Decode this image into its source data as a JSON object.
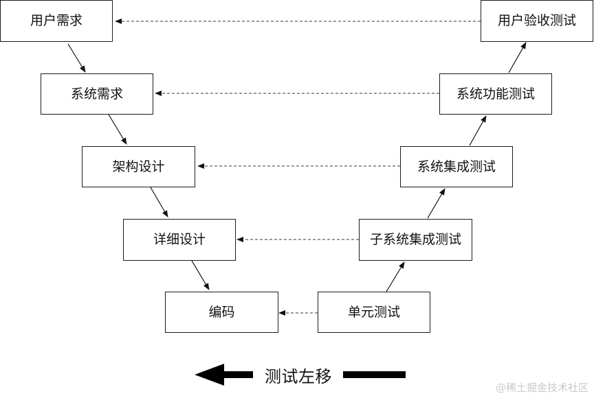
{
  "diagram": {
    "left_boxes": [
      {
        "id": "user-req",
        "label": "用户需求"
      },
      {
        "id": "sys-req",
        "label": "系统需求"
      },
      {
        "id": "arch-design",
        "label": "架构设计"
      },
      {
        "id": "detail-design",
        "label": "详细设计"
      },
      {
        "id": "coding",
        "label": "编码"
      }
    ],
    "right_boxes": [
      {
        "id": "acceptance-test",
        "label": "用户验收测试"
      },
      {
        "id": "sys-func-test",
        "label": "系统功能测试"
      },
      {
        "id": "sys-integration-test",
        "label": "系统集成测试"
      },
      {
        "id": "subsys-integration-test",
        "label": "子系统集成测试"
      },
      {
        "id": "unit-test",
        "label": "单元测试"
      }
    ],
    "shift_label": "测试左移",
    "watermark": "@稀土掘金技术社区",
    "colors": {
      "stroke": "#111111",
      "text": "#111111",
      "watermark": "#c9c9c9",
      "background": "#ffffff"
    }
  }
}
